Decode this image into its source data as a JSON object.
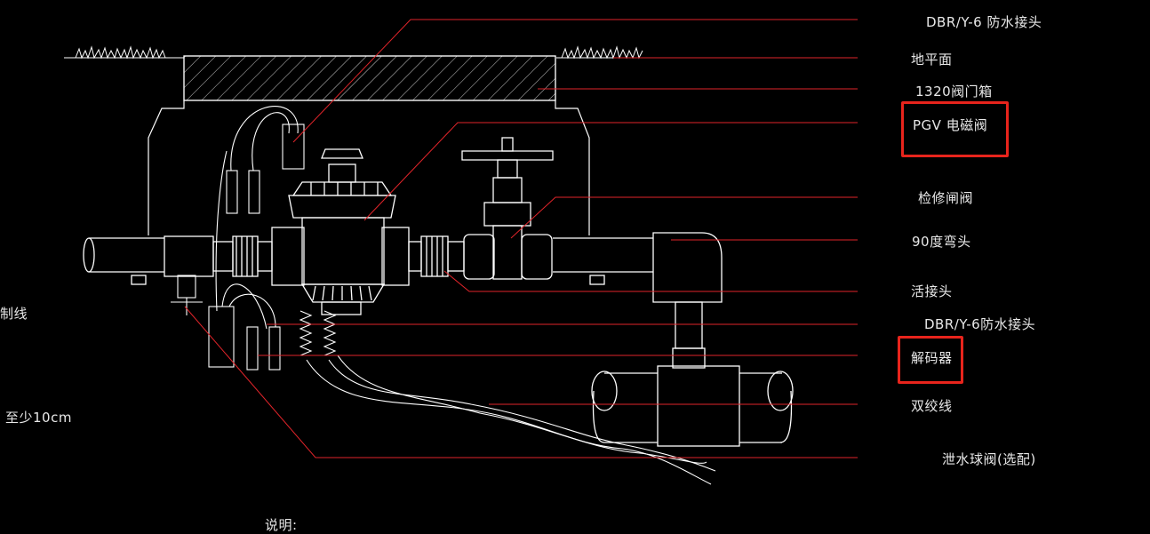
{
  "labels": {
    "dbr_top": "DBR/Y-6  防水接头",
    "ground": "地平面",
    "valve_box": "1320阀门箱",
    "pgv": "PGV 电磁阀",
    "gate_valve": "检修闸阀",
    "elbow": "90度弯头",
    "union": "活接头",
    "dbr_mid": "DBR/Y-6防水接头",
    "decoder": "解码器",
    "twisted_wire": "双绞线",
    "drain_valve": "泄水球阀(选配)",
    "left_line": "制线",
    "left_depth": "至少10cm",
    "note": "说明:"
  },
  "colors": {
    "background": "#000000",
    "line": "#ffffff",
    "leader": "#e0242a",
    "highlight": "#e8241c"
  }
}
